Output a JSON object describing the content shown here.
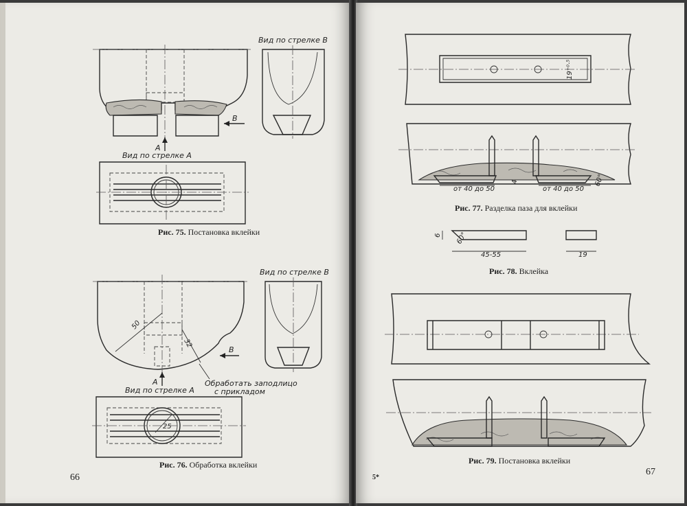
{
  "left_page": {
    "fig75": {
      "view_b_label": "Вид по стрелке B",
      "view_a_label": "Вид по стрелке A",
      "arrow_a": "A",
      "arrow_b": "B",
      "caption_num": "Рис. 75.",
      "caption_text": "Постановка вклейки"
    },
    "fig76": {
      "view_b_label": "Вид по стрелке B",
      "view_a_label": "Вид по стрелке A",
      "arrow_a": "A",
      "arrow_b": "B",
      "dim_50": "50",
      "dim_32": "32",
      "dim_25": "25",
      "note_line1": "Обработать заподлицо",
      "note_line2": "с прикладом",
      "caption_num": "Рис. 76.",
      "caption_text": "Обработка вклейки"
    },
    "page_number": "66"
  },
  "right_page": {
    "fig77": {
      "dim_width": "19⁺⁰·⁵",
      "dim_depth": "4",
      "dim_left": "от 40 до 50",
      "dim_right": "от 40 до 50",
      "dim_angle": "60°",
      "caption_num": "Рис. 77.",
      "caption_text": "Разделка паза для вклейки"
    },
    "fig78": {
      "dim_height": "6",
      "dim_angle": "60°",
      "dim_length": "45-55",
      "dim_width": "19",
      "caption_num": "Рис. 78.",
      "caption_text": "Вклейка"
    },
    "fig79": {
      "caption_num": "Рис. 79.",
      "caption_text": "Постановка вклейки"
    },
    "signature_mark": "5*",
    "page_number": "67"
  }
}
